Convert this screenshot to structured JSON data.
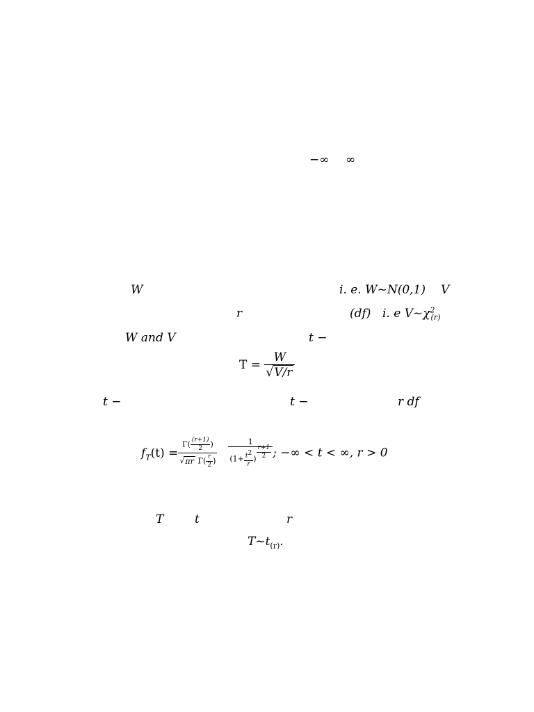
{
  "infinity_range": {
    "neg_inf": "−∞",
    "pos_inf": "∞"
  },
  "line1": {
    "w": "W",
    "ie_w": "i. e. W~N(0,1)",
    "v": "V"
  },
  "line2": {
    "r": "r",
    "df": "(df)",
    "ie_v": "i. e V~χ",
    "chi_sup": "2",
    "chi_sub": "(r)"
  },
  "line3": {
    "w_and_v": "W and V",
    "t_dash": "t −"
  },
  "t_def": {
    "lhs": "T = ",
    "num": "W",
    "den": "V/r"
  },
  "line4": {
    "t_dash_1": "t −",
    "t_dash_2": "t −",
    "r_df": "r df"
  },
  "density": {
    "f": "f",
    "f_sub": "T",
    "f_arg": "(t) = ",
    "gamma_num": "Γ(",
    "gamma_num_inner_num": "(r+1)",
    "gamma_num_inner_den": "2",
    "gamma_num_close": ")",
    "den_sqrt": "πr",
    "den_gamma": " Γ(",
    "den_inner_num": "r",
    "den_inner_den": "2",
    "den_close": ")",
    "one": "1",
    "base_open": "(1+",
    "t2_num": "t",
    "t2_sup": "2",
    "t2_den": "r",
    "base_close": ")",
    "exp_num": "r+1",
    "exp_den": "2",
    "condition": "; −∞ < t < ∞,  r > 0"
  },
  "line5": {
    "T": "T",
    "t": "t",
    "r": "r"
  },
  "conclusion": {
    "text": "T~t",
    "sub": "(r)",
    "end": "."
  }
}
